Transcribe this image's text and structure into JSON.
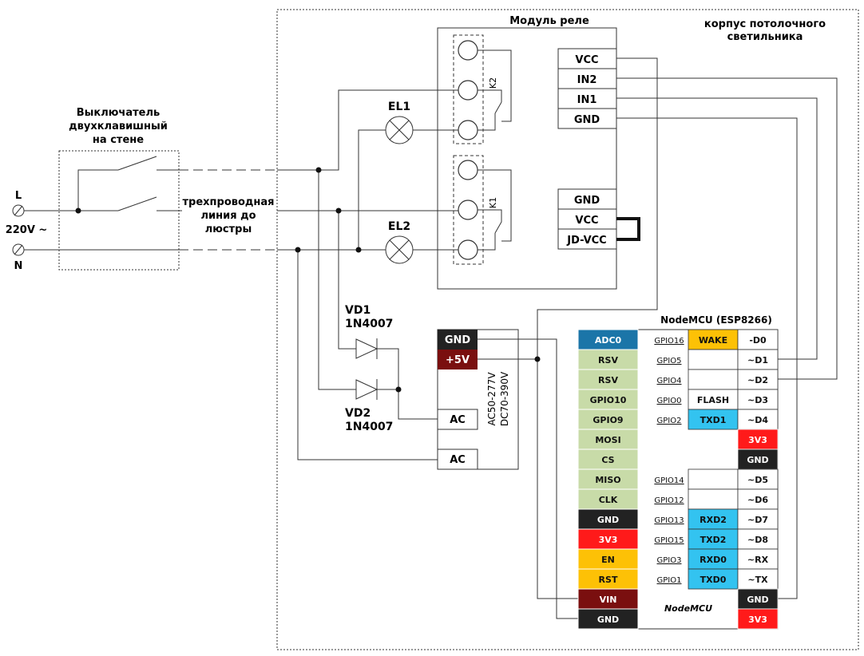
{
  "colors": {
    "adc_blue": "#1B75A8",
    "gpio_green": "#C8DBA8",
    "black_pin": "#222222",
    "red_pin": "#FF1A1A",
    "orange_pin": "#FDC106",
    "maroon_pin": "#7A0F0F",
    "cyan_pin": "#33C3F0",
    "wire": "#333333"
  },
  "labels": {
    "housing": "корпус потолочного светильника",
    "housing_line1": "корпус потолочного",
    "housing_line2": "светильника",
    "relay_module": "Модуль реле",
    "switch_line1": "Выключатель",
    "switch_line2": "двухклавишный",
    "switch_line3": "на стене",
    "line_L": "L",
    "line_voltage": "220V ~",
    "line_N": "N",
    "three_wire_1": "трехпроводная",
    "three_wire_2": "линия до",
    "three_wire_3": "люстры",
    "el1": "EL1",
    "el2": "EL2",
    "k2": "K2",
    "k1": "K1",
    "vd1_a": "VD1",
    "vd1_b": "1N4007",
    "vd2_a": "VD2",
    "vd2_b": "1N4007",
    "psu_spec_1": "AC50-277V",
    "psu_spec_2": "DC70-390V",
    "nodemcu_title": "NodeMCU (ESP8266)",
    "nodemcu_center": "NodeMCU"
  },
  "relay_pins_top": [
    "VCC",
    "IN2",
    "IN1",
    "GND"
  ],
  "relay_pins_bottom": [
    "GND",
    "VCC",
    "JD-VCC"
  ],
  "psu_pins": {
    "gnd": "GND",
    "v5": "+5V",
    "ac1": "AC",
    "ac2": "AC"
  },
  "nodemcu_left": [
    {
      "label": "ADC0",
      "color": "adc_blue"
    },
    {
      "label": "RSV",
      "color": "gpio_green"
    },
    {
      "label": "RSV",
      "color": "gpio_green"
    },
    {
      "label": "GPIO10",
      "color": "gpio_green"
    },
    {
      "label": "GPIO9",
      "color": "gpio_green"
    },
    {
      "label": "MOSI",
      "color": "gpio_green"
    },
    {
      "label": "CS",
      "color": "gpio_green"
    },
    {
      "label": "MISO",
      "color": "gpio_green"
    },
    {
      "label": "CLK",
      "color": "gpio_green"
    },
    {
      "label": "GND",
      "color": "black_pin"
    },
    {
      "label": "3V3",
      "color": "red_pin"
    },
    {
      "label": "EN",
      "color": "orange_pin"
    },
    {
      "label": "RST",
      "color": "orange_pin"
    },
    {
      "label": "VIN",
      "color": "maroon_pin"
    },
    {
      "label": "GND",
      "color": "black_pin"
    }
  ],
  "nodemcu_right": [
    {
      "gpio": "GPIO16",
      "func": "WAKE",
      "func_color": "orange_pin",
      "pin": "-D0",
      "pin_color": ""
    },
    {
      "gpio": "GPIO5",
      "func": "",
      "func_color": "",
      "pin": "~D1",
      "pin_color": ""
    },
    {
      "gpio": "GPIO4",
      "func": "",
      "func_color": "",
      "pin": "~D2",
      "pin_color": ""
    },
    {
      "gpio": "GPIO0",
      "func": "FLASH",
      "func_color": "",
      "pin": "~D3",
      "pin_color": ""
    },
    {
      "gpio": "GPIO2",
      "func": "TXD1",
      "func_color": "cyan_pin",
      "pin": "~D4",
      "pin_color": ""
    },
    {
      "gpio": "",
      "func": "",
      "func_color": "",
      "pin": "3V3",
      "pin_color": "red_pin"
    },
    {
      "gpio": "",
      "func": "",
      "func_color": "",
      "pin": "GND",
      "pin_color": "black_pin"
    },
    {
      "gpio": "GPIO14",
      "func": "",
      "func_color": "",
      "pin": "~D5",
      "pin_color": ""
    },
    {
      "gpio": "GPIO12",
      "func": "",
      "func_color": "",
      "pin": "~D6",
      "pin_color": ""
    },
    {
      "gpio": "GPIO13",
      "func": "RXD2",
      "func_color": "cyan_pin",
      "pin": "~D7",
      "pin_color": ""
    },
    {
      "gpio": "GPIO15",
      "func": "TXD2",
      "func_color": "cyan_pin",
      "pin": "~D8",
      "pin_color": ""
    },
    {
      "gpio": "GPIO3",
      "func": "RXD0",
      "func_color": "cyan_pin",
      "pin": "~RX",
      "pin_color": ""
    },
    {
      "gpio": "GPIO1",
      "func": "TXD0",
      "func_color": "cyan_pin",
      "pin": "~TX",
      "pin_color": ""
    },
    {
      "gpio": "",
      "func": "",
      "func_color": "",
      "pin": "GND",
      "pin_color": "black_pin"
    },
    {
      "gpio": "",
      "func": "",
      "func_color": "",
      "pin": "3V3",
      "pin_color": "red_pin"
    }
  ]
}
